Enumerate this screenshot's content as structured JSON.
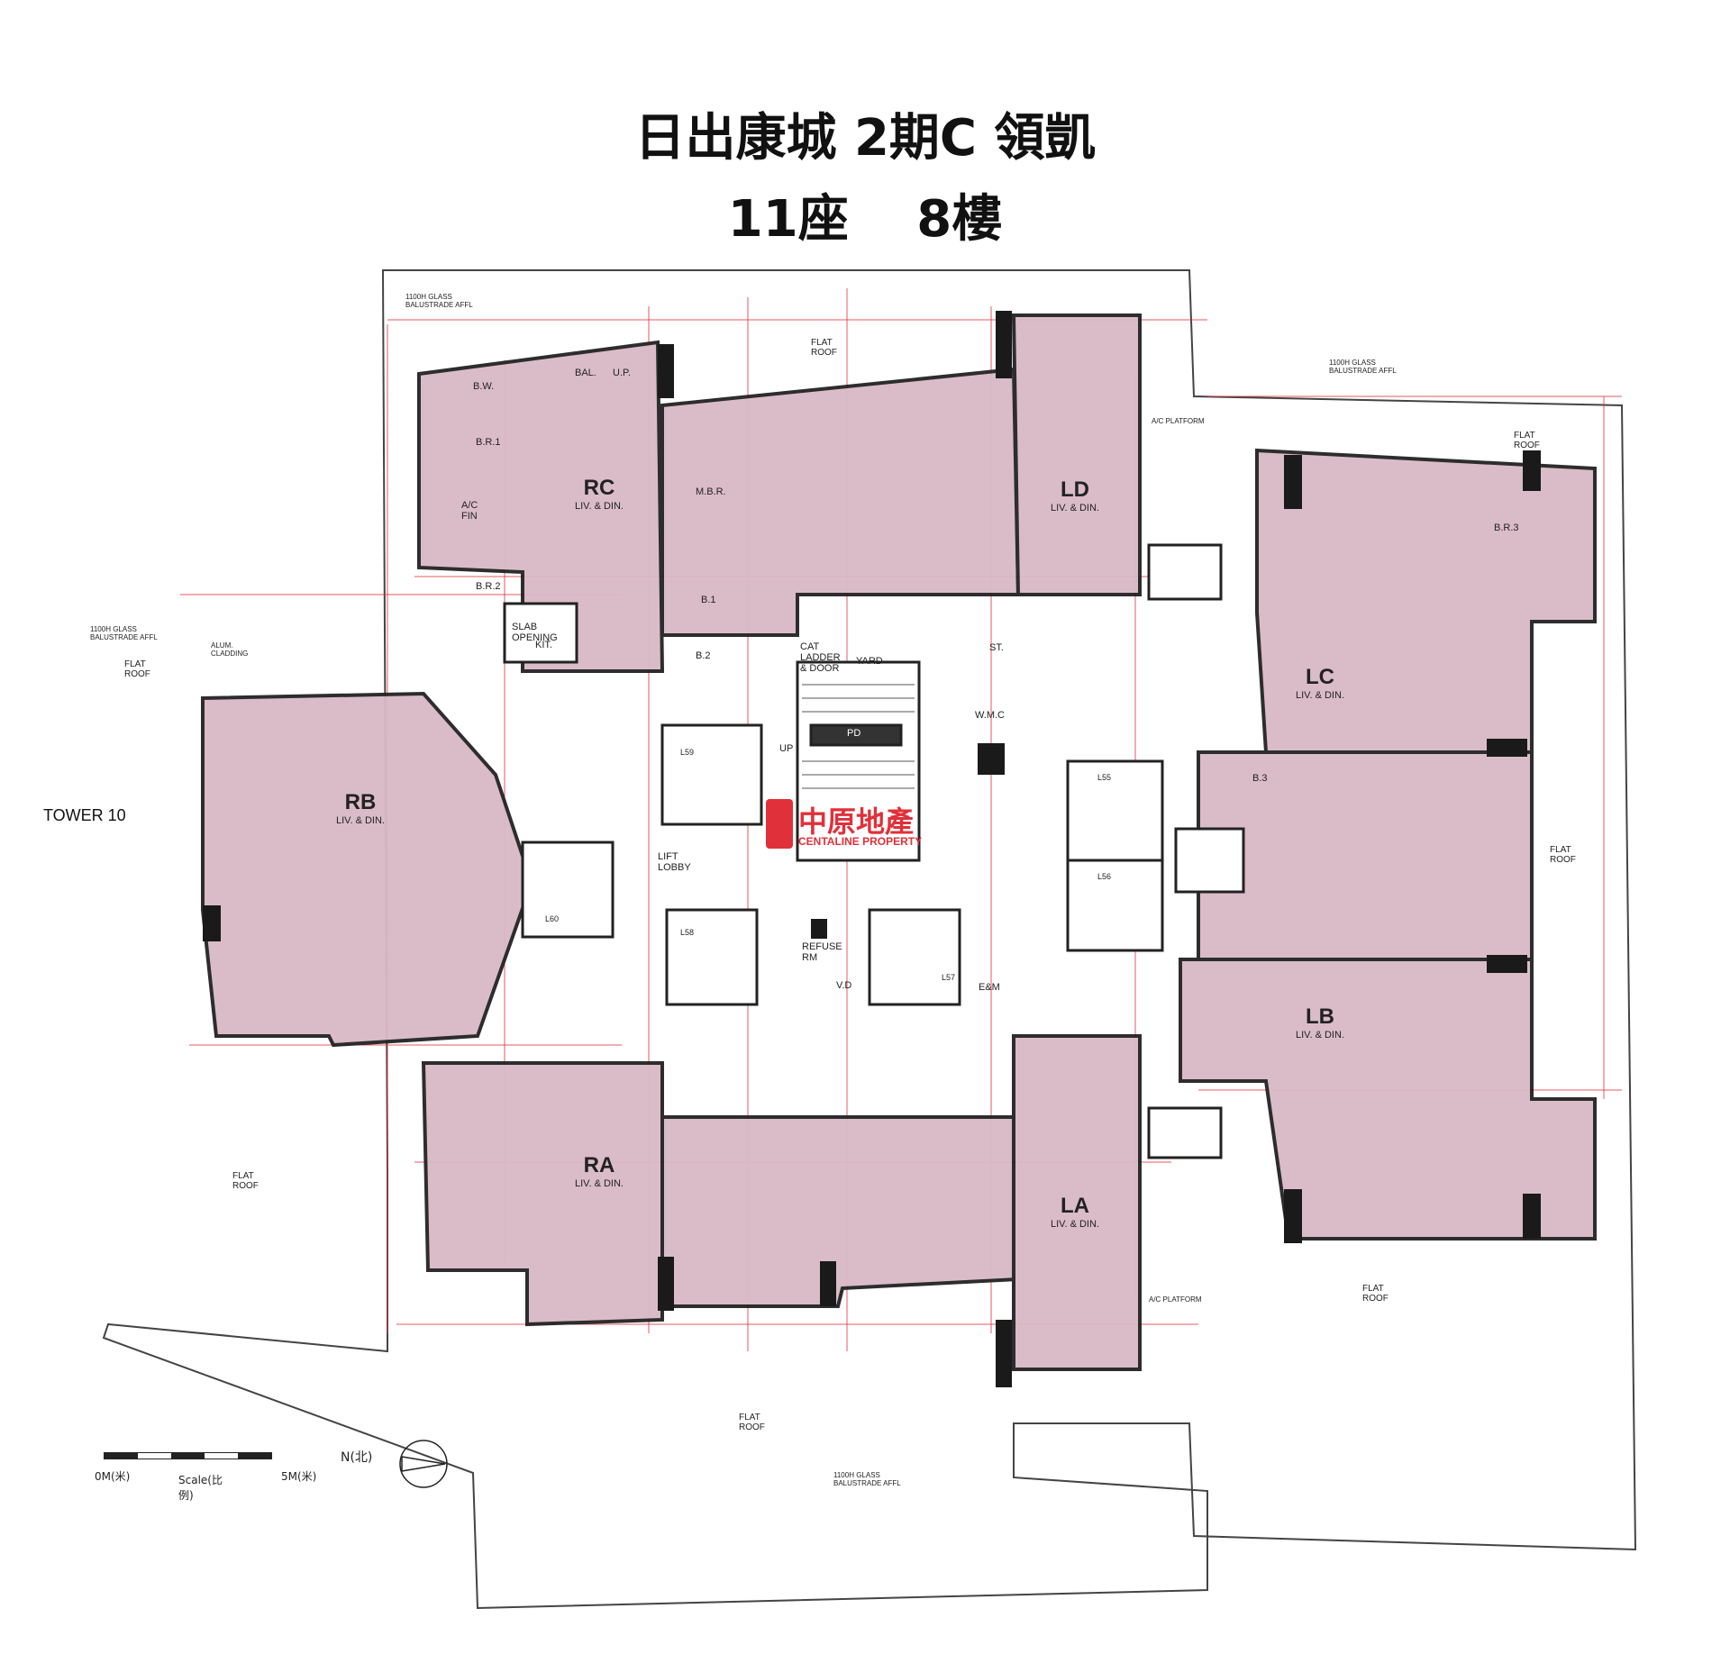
{
  "title": "日出康城 2期C 領凱",
  "subtitle": "11座　 8樓",
  "tower_label": "TOWER 10",
  "watermark": {
    "cn": "中原地產",
    "en": "CENTALINE PROPERTY"
  },
  "north_label": "N(北)",
  "scale": {
    "left": "0M(米)",
    "middle": "Scale(比例)",
    "right": "5M(米)"
  },
  "units": [
    {
      "id": "RC",
      "sub": "LIV. & DIN."
    },
    {
      "id": "LD",
      "sub": "LIV. & DIN."
    },
    {
      "id": "LC",
      "sub": "LIV. & DIN."
    },
    {
      "id": "RB",
      "sub": "LIV. & DIN."
    },
    {
      "id": "LB",
      "sub": "LIV. & DIN."
    },
    {
      "id": "RA",
      "sub": "LIV. & DIN."
    },
    {
      "id": "LA",
      "sub": "LIV. & DIN."
    }
  ],
  "rooms": [
    "B.W.",
    "B.R.1",
    "B.R.2",
    "B.R.3",
    "M.B.R.",
    "KIT.",
    "BAL.",
    "U.P.",
    "B.1",
    "B.2",
    "B.3",
    "ST.",
    "A/C FIN",
    "SLAB OPENING",
    "W.M.C",
    "REFUSE RM",
    "V.D",
    "E&M",
    "CAT LADDER & DOOR",
    "YARD",
    "LIFT LOBBY",
    "PD",
    "UP"
  ],
  "lifts": [
    "L59",
    "L60",
    "L58",
    "L57",
    "L55",
    "L56"
  ],
  "annotations": [
    "FLAT ROOF",
    "1100H GLASS BALUSTRADE AFFL",
    "ALUM. CLADDING",
    "A/C PLATFORM"
  ]
}
